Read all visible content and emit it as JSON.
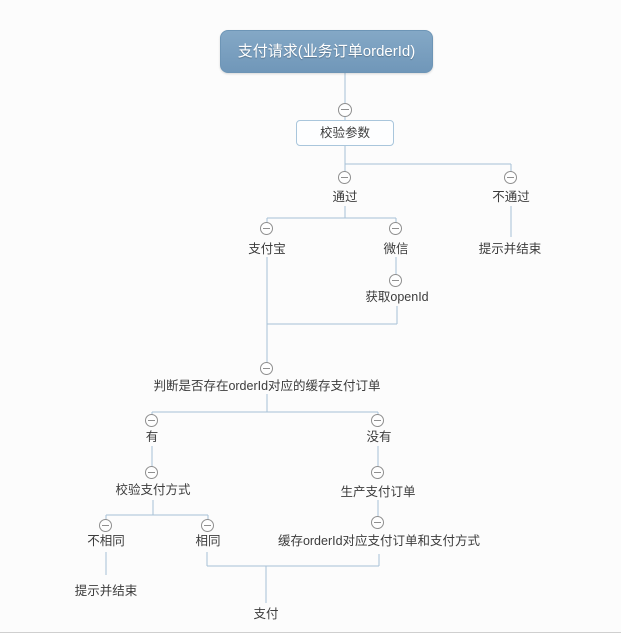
{
  "diagram": {
    "title": "支付请求(业务订单orderId)",
    "nodes": {
      "validate_params": "校验参数",
      "pass": "通过",
      "fail": "不通过",
      "fail_end": "提示并结束",
      "alipay": "支付宝",
      "wechat": "微信",
      "get_openid": "获取openId",
      "check_cached_order": "判断是否存在orderId对应的缓存支付订单",
      "has": "有",
      "has_not": "没有",
      "verify_pay_method": "校验支付方式",
      "create_pay_order": "生产支付订单",
      "not_same": "不相同",
      "same": "相同",
      "cache_order": "缓存orderId对应支付订单和支付方式",
      "not_same_end": "提示并结束",
      "pay": "支付"
    },
    "icons": {
      "collapse": "minus-circle"
    },
    "colors": {
      "root_fill": "#7AA0C0",
      "root_border": "#6D95B6",
      "root_text": "#FFFFFF",
      "connector_line": "#A6C1D6",
      "collapse_stroke": "#8F8F8F",
      "node_text": "#3C3C3C",
      "box_border": "#A9C6DC",
      "box_fill": "#FDFEFF",
      "canvas_bottom_border": "#CFCFCF"
    }
  }
}
